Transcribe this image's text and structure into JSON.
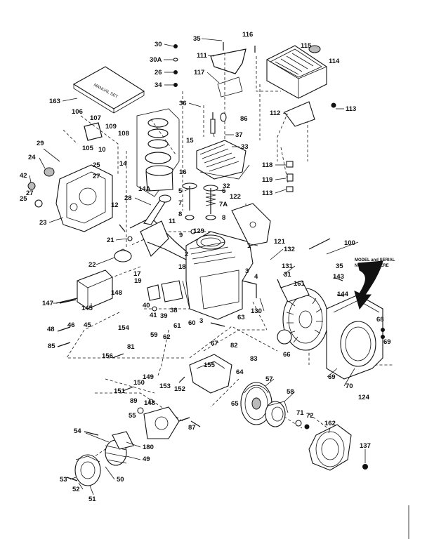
{
  "manual_label": "MANUAL SET",
  "model_note_line1": "MODEL and SERIAL",
  "model_note_line2": "NUMBERS HERE",
  "callouts": [
    {
      "id": "30",
      "text": "30"
    },
    {
      "id": "30A",
      "text": "30A"
    },
    {
      "id": "26",
      "text": "26"
    },
    {
      "id": "34",
      "text": "34"
    },
    {
      "id": "35a",
      "text": "35"
    },
    {
      "id": "116",
      "text": "116"
    },
    {
      "id": "111",
      "text": "111"
    },
    {
      "id": "117",
      "text": "117"
    },
    {
      "id": "115",
      "text": "115"
    },
    {
      "id": "114",
      "text": "114"
    },
    {
      "id": "163",
      "text": "163"
    },
    {
      "id": "106",
      "text": "106"
    },
    {
      "id": "107",
      "text": "107"
    },
    {
      "id": "109",
      "text": "109"
    },
    {
      "id": "108",
      "text": "108"
    },
    {
      "id": "105",
      "text": "105"
    },
    {
      "id": "10",
      "text": "10"
    },
    {
      "id": "36",
      "text": "36"
    },
    {
      "id": "86",
      "text": "86"
    },
    {
      "id": "112",
      "text": "112"
    },
    {
      "id": "113",
      "text": "113"
    },
    {
      "id": "37",
      "text": "37"
    },
    {
      "id": "33",
      "text": "33"
    },
    {
      "id": "15",
      "text": "15"
    },
    {
      "id": "14",
      "text": "14"
    },
    {
      "id": "29",
      "text": "29"
    },
    {
      "id": "24",
      "text": "24"
    },
    {
      "id": "25a",
      "text": "25"
    },
    {
      "id": "27a",
      "text": "27"
    },
    {
      "id": "118",
      "text": "118"
    },
    {
      "id": "119",
      "text": "119"
    },
    {
      "id": "113b",
      "text": "113"
    },
    {
      "id": "32",
      "text": "32"
    },
    {
      "id": "16",
      "text": "16"
    },
    {
      "id": "42",
      "text": "42"
    },
    {
      "id": "14A",
      "text": "14A"
    },
    {
      "id": "5",
      "text": "5"
    },
    {
      "id": "6",
      "text": "6"
    },
    {
      "id": "122",
      "text": "122"
    },
    {
      "id": "27b",
      "text": "27"
    },
    {
      "id": "28",
      "text": "28"
    },
    {
      "id": "7",
      "text": "7"
    },
    {
      "id": "7A",
      "text": "7A"
    },
    {
      "id": "25b",
      "text": "25"
    },
    {
      "id": "12",
      "text": "12"
    },
    {
      "id": "23",
      "text": "23"
    },
    {
      "id": "8a",
      "text": "8"
    },
    {
      "id": "8b",
      "text": "8"
    },
    {
      "id": "11",
      "text": "11"
    },
    {
      "id": "9",
      "text": "9"
    },
    {
      "id": "129",
      "text": "129"
    },
    {
      "id": "121",
      "text": "121"
    },
    {
      "id": "100",
      "text": "100"
    },
    {
      "id": "21",
      "text": "21"
    },
    {
      "id": "1",
      "text": "1"
    },
    {
      "id": "132",
      "text": "132"
    },
    {
      "id": "2",
      "text": "2"
    },
    {
      "id": "22",
      "text": "22"
    },
    {
      "id": "131",
      "text": "131"
    },
    {
      "id": "35b",
      "text": "35"
    },
    {
      "id": "17",
      "text": "17"
    },
    {
      "id": "18",
      "text": "18"
    },
    {
      "id": "3",
      "text": "3"
    },
    {
      "id": "4",
      "text": "4"
    },
    {
      "id": "31",
      "text": "31"
    },
    {
      "id": "143",
      "text": "143"
    },
    {
      "id": "19",
      "text": "19"
    },
    {
      "id": "148a",
      "text": "148"
    },
    {
      "id": "161",
      "text": "161"
    },
    {
      "id": "144",
      "text": "144"
    },
    {
      "id": "147",
      "text": "147"
    },
    {
      "id": "40",
      "text": "40"
    },
    {
      "id": "145",
      "text": "145"
    },
    {
      "id": "41",
      "text": "41"
    },
    {
      "id": "38",
      "text": "38"
    },
    {
      "id": "39",
      "text": "39"
    },
    {
      "id": "130",
      "text": "130"
    },
    {
      "id": "61",
      "text": "61"
    },
    {
      "id": "60",
      "text": "60"
    },
    {
      "id": "3b",
      "text": "3"
    },
    {
      "id": "63",
      "text": "63"
    },
    {
      "id": "62",
      "text": "62"
    },
    {
      "id": "59",
      "text": "59"
    },
    {
      "id": "48",
      "text": "48"
    },
    {
      "id": "46",
      "text": "46"
    },
    {
      "id": "45",
      "text": "45"
    },
    {
      "id": "154",
      "text": "154"
    },
    {
      "id": "68",
      "text": "68"
    },
    {
      "id": "85",
      "text": "85"
    },
    {
      "id": "81",
      "text": "81"
    },
    {
      "id": "67",
      "text": "67"
    },
    {
      "id": "82",
      "text": "82"
    },
    {
      "id": "69a",
      "text": "69"
    },
    {
      "id": "66",
      "text": "66"
    },
    {
      "id": "156",
      "text": "156"
    },
    {
      "id": "83",
      "text": "83"
    },
    {
      "id": "155",
      "text": "155"
    },
    {
      "id": "64",
      "text": "64"
    },
    {
      "id": "69b",
      "text": "69"
    },
    {
      "id": "70",
      "text": "70"
    },
    {
      "id": "150",
      "text": "150"
    },
    {
      "id": "149",
      "text": "149"
    },
    {
      "id": "57",
      "text": "57"
    },
    {
      "id": "58",
      "text": "58"
    },
    {
      "id": "124",
      "text": "124"
    },
    {
      "id": "151",
      "text": "151"
    },
    {
      "id": "153",
      "text": "153"
    },
    {
      "id": "152",
      "text": "152"
    },
    {
      "id": "148b",
      "text": "148"
    },
    {
      "id": "65",
      "text": "65"
    },
    {
      "id": "89",
      "text": "89"
    },
    {
      "id": "55",
      "text": "55"
    },
    {
      "id": "87",
      "text": "87"
    },
    {
      "id": "71",
      "text": "71"
    },
    {
      "id": "72",
      "text": "72"
    },
    {
      "id": "162",
      "text": "162"
    },
    {
      "id": "54",
      "text": "54"
    },
    {
      "id": "180",
      "text": "180"
    },
    {
      "id": "49",
      "text": "49"
    },
    {
      "id": "137",
      "text": "137"
    },
    {
      "id": "53",
      "text": "53"
    },
    {
      "id": "50",
      "text": "50"
    },
    {
      "id": "52",
      "text": "52"
    },
    {
      "id": "51",
      "text": "51"
    }
  ]
}
